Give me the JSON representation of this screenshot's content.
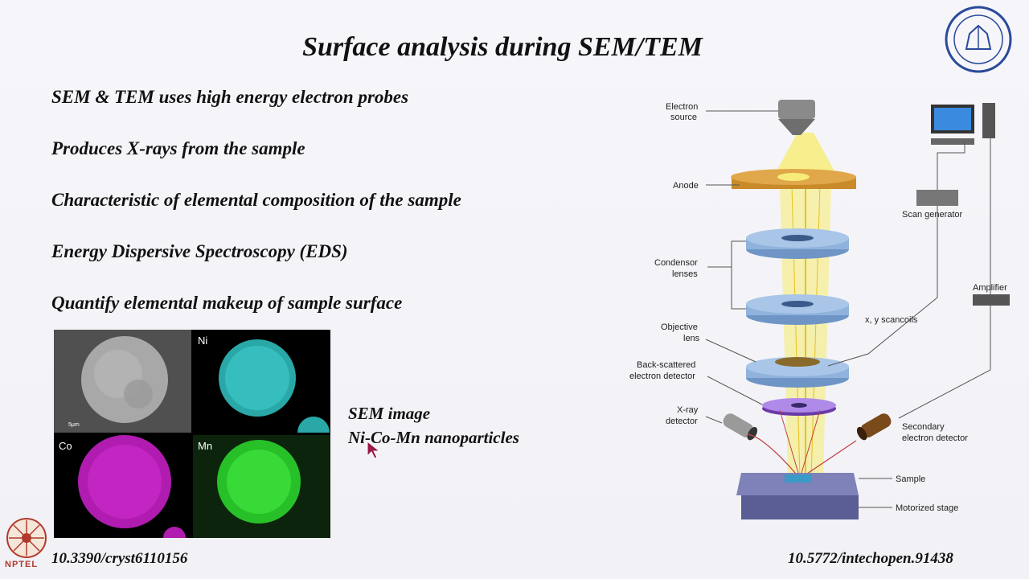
{
  "slide": {
    "title": "Surface analysis during SEM/TEM",
    "bullets": [
      "SEM & TEM uses high energy electron probes",
      "Produces X-rays from the sample",
      "Characteristic of elemental composition of the sample",
      "Energy Dispersive Spectroscopy (EDS)",
      "Quantify elemental makeup of sample surface"
    ],
    "caption_line1": "SEM image",
    "caption_line2": "Ni-Co-Mn nanoparticles",
    "ref_left": "10.3390/cryst6110156",
    "ref_right": "10.5772/intechopen.91438",
    "nptel": "NPTEL"
  },
  "eds_panels": {
    "scale_label": "5μm",
    "ni_label": "Ni",
    "co_label": "Co",
    "mn_label": "Mn",
    "ni_color": "#3cc8c8",
    "co_color": "#c020c0",
    "mn_color": "#30d030"
  },
  "diagram": {
    "electron_source_1": "Electron",
    "electron_source_2": "source",
    "anode": "Anode",
    "condensor_1": "Condensor",
    "condensor_2": "lenses",
    "objective_1": "Objective",
    "objective_2": "lens",
    "bse_1": "Back-scattered",
    "bse_2": "electron detector",
    "xray_1": "X-ray",
    "xray_2": "detector",
    "scan_generator": "Scan generator",
    "amplifier": "Amplifier",
    "scancoils": "x, y scancoils",
    "secondary_1": "Secondary",
    "secondary_2": "electron detector",
    "sample": "Sample",
    "stage": "Motorized stage"
  },
  "colors": {
    "beam": "#f4e040",
    "lens": "#8fb3dc",
    "anode": "#c98a2a",
    "logo": "#2a4a9a"
  }
}
